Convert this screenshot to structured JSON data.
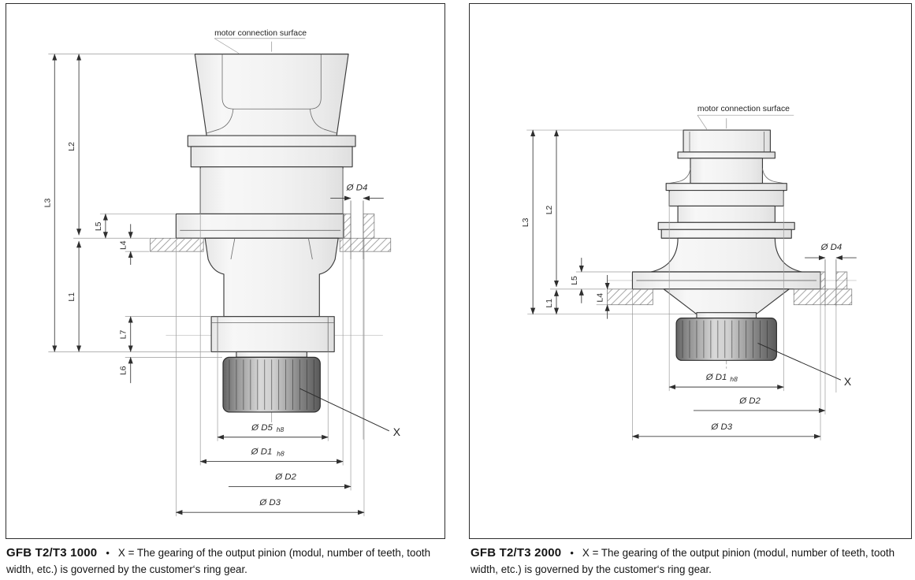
{
  "colors": {
    "outline": "#3b3b3b",
    "dimension_line": "#3f3f3f",
    "hatch": "#8f8f8f",
    "gear_dark": "#5b5b5b",
    "background": "#ffffff"
  },
  "labels": {
    "annotation": "motor connection surface",
    "x_marker": "X",
    "l1": "L1",
    "l2": "L2",
    "l3": "L3",
    "l4": "L4",
    "l5": "L5",
    "l6": "L6",
    "l7": "L7",
    "d1": "Ø D1",
    "d2": "Ø D2",
    "d3": "Ø D3",
    "d4": "Ø D4",
    "d5": "Ø D5",
    "tol_h8": "h8"
  },
  "captions": {
    "left": {
      "model": "GFB T2/T3 1000",
      "separator": "•",
      "note": "X = The gearing of the output pinion (modul, number of teeth, tooth width, etc.) is governed by the customer‘s ring gear."
    },
    "right": {
      "model": "GFB T2/T3 2000",
      "separator": "•",
      "note": "X = The gearing of the output pinion (modul, number of teeth, tooth width, etc.) is governed by the customer‘s ring gear."
    }
  }
}
